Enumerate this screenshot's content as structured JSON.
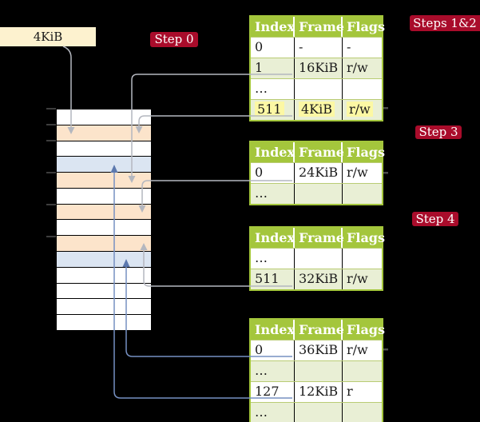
{
  "memory_label": {
    "text": "4KiB"
  },
  "badges": [
    {
      "label": "Step 0"
    },
    {
      "label": "Steps 1&2"
    },
    {
      "label": "Step 3"
    },
    {
      "label": "Step 4"
    }
  ],
  "stack": {
    "rows": [
      "plain",
      "orange",
      "plain",
      "blue",
      "orange",
      "plain",
      "orange",
      "plain",
      "orange",
      "blue",
      "plain",
      "plain",
      "plain",
      "plain"
    ]
  },
  "tables": [
    {
      "headers": [
        "Index",
        "Frame",
        "Flags"
      ],
      "rows": [
        {
          "cells": [
            "0",
            "-",
            "-"
          ]
        },
        {
          "cells": [
            "1",
            "16KiB",
            "r/w"
          ]
        },
        {
          "cells": [
            "…",
            "",
            ""
          ]
        },
        {
          "cells": [
            "511",
            "4KiB",
            "r/w"
          ]
        }
      ]
    },
    {
      "headers": [
        "Index",
        "Frame",
        "Flags"
      ],
      "rows": [
        {
          "cells": [
            "0",
            "24KiB",
            "r/w"
          ]
        },
        {
          "cells": [
            "…",
            "",
            ""
          ]
        }
      ]
    },
    {
      "headers": [
        "Index",
        "Frame",
        "Flags"
      ],
      "rows": [
        {
          "cells": [
            "…",
            "",
            ""
          ]
        },
        {
          "cells": [
            "511",
            "32KiB",
            "r/w"
          ]
        }
      ]
    },
    {
      "headers": [
        "Index",
        "Frame",
        "Flags"
      ],
      "rows": [
        {
          "cells": [
            "0",
            "36KiB",
            "r/w"
          ]
        },
        {
          "cells": [
            "…",
            "",
            ""
          ]
        },
        {
          "cells": [
            "127",
            "12KiB",
            "r"
          ]
        },
        {
          "cells": [
            "…",
            "",
            ""
          ]
        }
      ]
    }
  ],
  "colors": {
    "badge_red": "#a90c2b",
    "table_green": "#a4c63c",
    "row_green": "#e9efd5",
    "frame_orange": "#fce4cb",
    "frame_blue": "#dbe5f2",
    "label_cream": "#fdf2cf",
    "highlight_yellow": "#fcf8a4",
    "arrow_gray": "#b4b7bf",
    "arrow_blue": "#7690c2",
    "arrow_blue_head": "#5d79ae",
    "background": "#000000"
  }
}
